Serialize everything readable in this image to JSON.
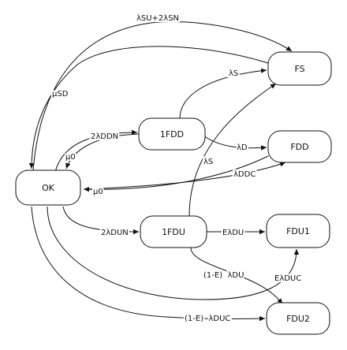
{
  "diagram": {
    "nodes": [
      {
        "id": "ok",
        "label": "OK"
      },
      {
        "id": "fs",
        "label": "FS"
      },
      {
        "id": "fdd",
        "label": "FDD"
      },
      {
        "id": "1fdd",
        "label": "1FDD"
      },
      {
        "id": "1fdu",
        "label": "1FDU"
      },
      {
        "id": "fdu1",
        "label": "FDU1"
      },
      {
        "id": "fdu2",
        "label": "FDU2"
      }
    ],
    "edges": [
      {
        "from": "ok",
        "to": "fs",
        "label": "λSU+2λSN"
      },
      {
        "from": "fs",
        "to": "ok",
        "label": "μSD"
      },
      {
        "from": "ok",
        "to": "1fdd",
        "label": "2λDDN"
      },
      {
        "from": "1fdd",
        "to": "ok",
        "label": "μ0"
      },
      {
        "from": "1fdd",
        "to": "fs",
        "label": "λS"
      },
      {
        "from": "1fdd",
        "to": "fdd",
        "label": "λD"
      },
      {
        "from": "fdd",
        "to": "ok",
        "label": "μ0"
      },
      {
        "from": "ok",
        "to": "fdd",
        "label": "λDDC"
      },
      {
        "from": "ok",
        "to": "1fdu",
        "label": "2λDUN"
      },
      {
        "from": "1fdu",
        "to": "fs",
        "label": "λS"
      },
      {
        "from": "1fdu",
        "to": "fdu1",
        "label": "EλDU"
      },
      {
        "from": "1fdu",
        "to": "fdu2",
        "label": "(1-E)  λDU"
      },
      {
        "from": "ok",
        "to": "fdu1",
        "label": "EλDUC"
      },
      {
        "from": "ok",
        "to": "fdu2",
        "label": "(1-E)  λDUC"
      }
    ]
  }
}
